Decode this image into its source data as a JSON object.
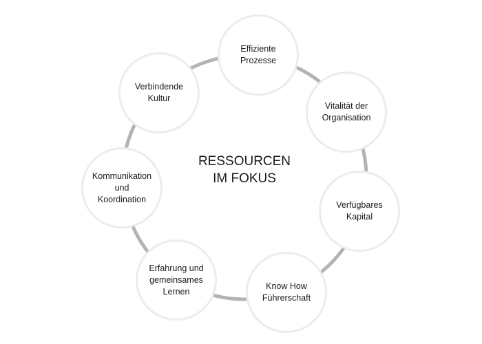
{
  "title": "RESSOURCEN\nIM FOKUS",
  "colors": {
    "ring": "#b3b3b3",
    "node_border": "#ececec",
    "text": "#1a1a1a"
  },
  "nodes": [
    {
      "label": "Effiziente\nProzesse"
    },
    {
      "label": "Vitalität der\nOrganisation"
    },
    {
      "label": "Verfügbares\nKapital"
    },
    {
      "label": "Know How\nFührerschaft"
    },
    {
      "label": "Erfahrung und\ngemeinsames\nLernen"
    },
    {
      "label": "Kommunikation\nund\nKoordination"
    },
    {
      "label": "Verbindende\nKultur"
    }
  ]
}
